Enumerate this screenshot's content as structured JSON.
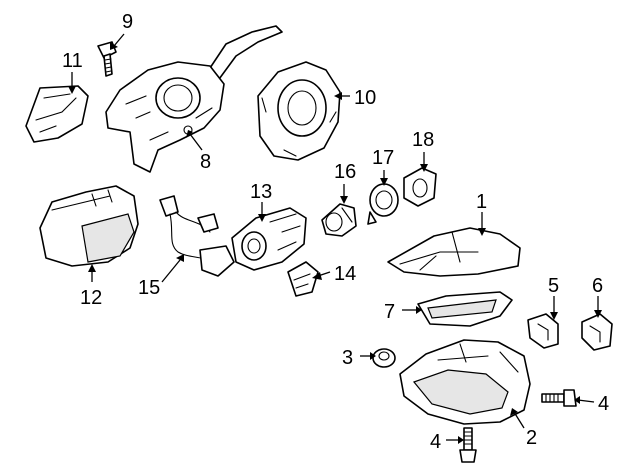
{
  "diagram": {
    "callouts": [
      {
        "id": "c1",
        "label": "1"
      },
      {
        "id": "c2",
        "label": "2"
      },
      {
        "id": "c3",
        "label": "3"
      },
      {
        "id": "c4a",
        "label": "4"
      },
      {
        "id": "c4b",
        "label": "4"
      },
      {
        "id": "c5",
        "label": "5"
      },
      {
        "id": "c6",
        "label": "6"
      },
      {
        "id": "c7",
        "label": "7"
      },
      {
        "id": "c8",
        "label": "8"
      },
      {
        "id": "c9",
        "label": "9"
      },
      {
        "id": "c10",
        "label": "10"
      },
      {
        "id": "c11",
        "label": "11"
      },
      {
        "id": "c12",
        "label": "12"
      },
      {
        "id": "c13",
        "label": "13"
      },
      {
        "id": "c14",
        "label": "14"
      },
      {
        "id": "c15",
        "label": "15"
      },
      {
        "id": "c16",
        "label": "16"
      },
      {
        "id": "c17",
        "label": "17"
      },
      {
        "id": "c18",
        "label": "18"
      }
    ],
    "colors": {
      "ink": "#000000",
      "paper": "#ffffff",
      "shade": "#e6e6e6"
    }
  }
}
